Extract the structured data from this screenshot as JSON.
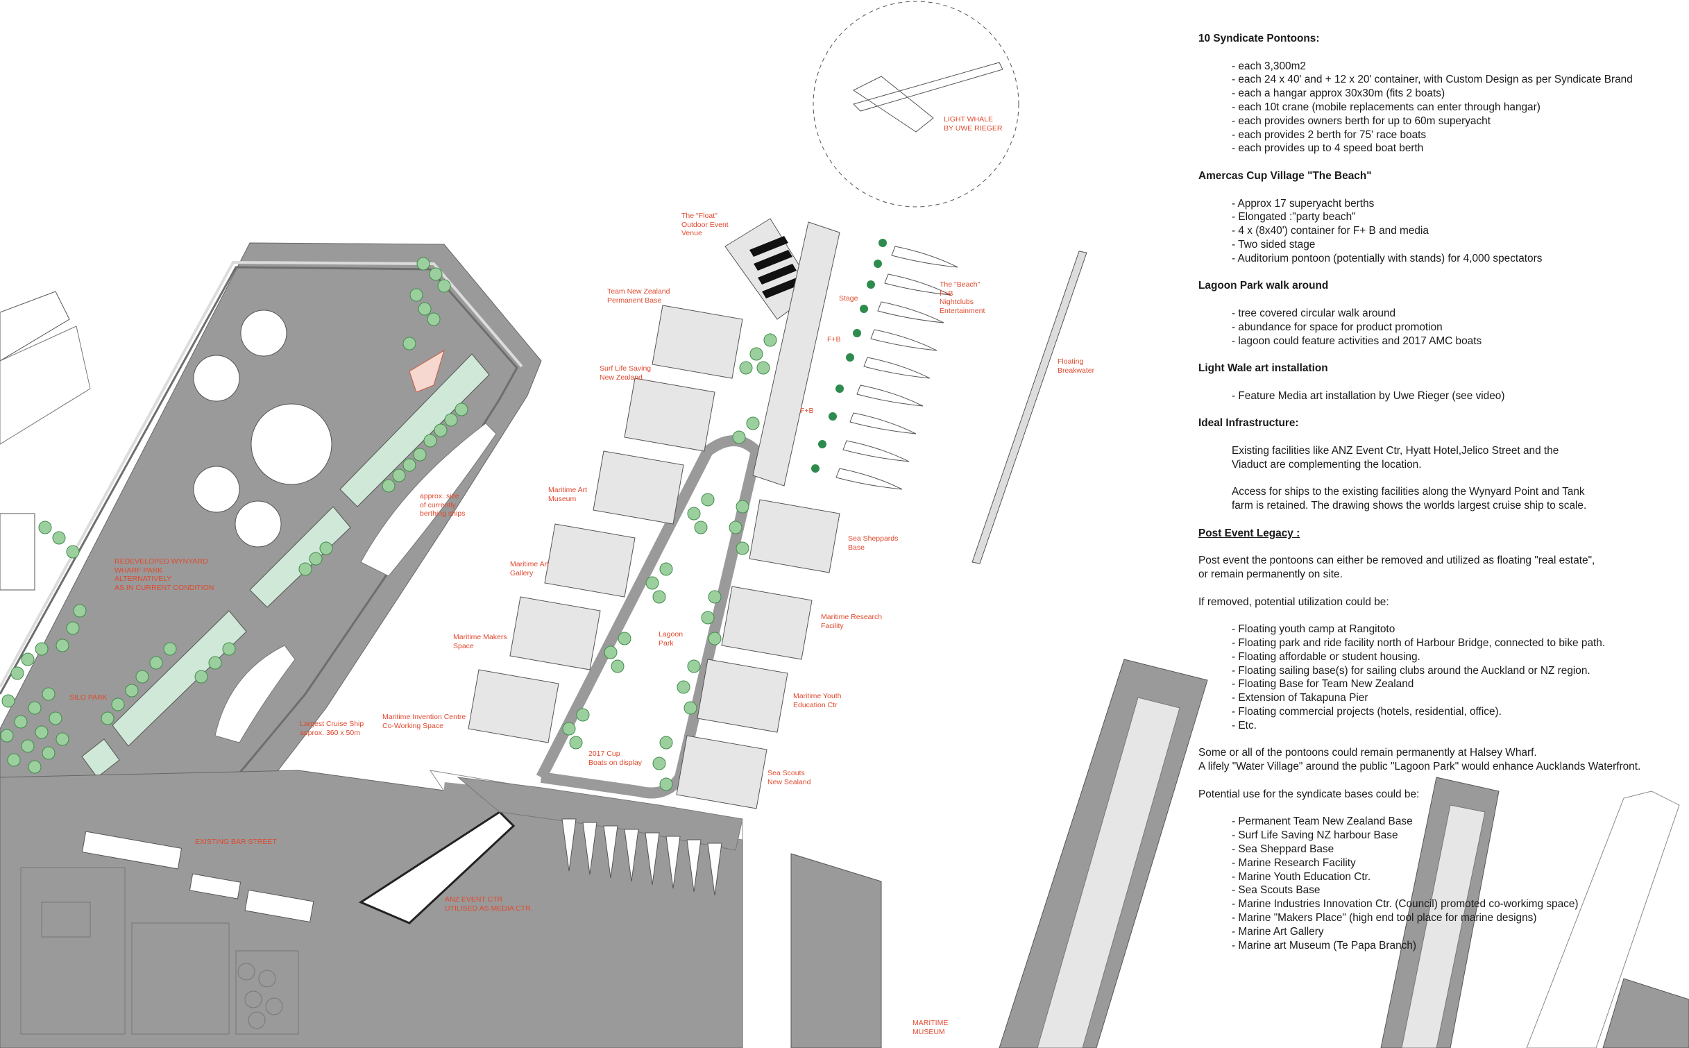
{
  "labels": {
    "float": "The \"Float\"\nOutdoor Event\nVenue",
    "tnz": "Team New Zealand\nPermanent Base",
    "surf": "Surf Life Saving\nNew Zealand",
    "art_museum": "Maritime Art\nMuseum",
    "art_gallery": "Maritime Art\nGallery",
    "makers": "Maritime Makers\nSpace",
    "invention": "Maritime Invention Centre\nCo-Working Space",
    "cup_boats": "2017 Cup\nBoats on display",
    "lagoon": "Lagoon\nPark",
    "sea_sheppards": "Sea Sheppards\nBase",
    "research": "Maritime Research\nFacility",
    "youth": "Maritime Youth\nEducation Ctr",
    "scouts": "Sea Scouts\nNew Sealand",
    "beach": "The \"Beach\"\nF+B\nNightclubs\nEntertainment",
    "stage": "Stage",
    "fb1": "F+B",
    "fb2": "F+B",
    "breakwater": "Floating\nBreakwater",
    "light_whale": "LIGHT WHALE\nBY UWE RIEGER",
    "berthing": "approx. size\nof currently\nberthing ships",
    "wynyard": "REDEVELOPED WYNYARD\nWHARF PARK\nALTERNATIVELY\nAS IN CURRENT CONDITION",
    "silo": "SILO PARK",
    "cruise": "Largest Cruise Ship\napprox. 360 x 50m",
    "bar_street": "EXISTING BAR STREET",
    "anz": "ANZ EVENT CTR\nUTILISED AS MEDIA CTR.",
    "maritime_museum": "MARITIME\nMUSEUM"
  },
  "notes": {
    "s1": {
      "title": "10 Syndicate Pontoons:",
      "items": [
        "- each 3,300m2",
        "- each 24 x 40' and + 12 x 20' container, with Custom Design as per Syndicate Brand",
        "- each a hangar approx 30x30m (fits 2 boats)",
        "- each 10t crane (mobile replacements can enter through hangar)",
        "- each provides owners berth for up to 60m superyacht",
        "- each provides 2 berth for 75' race boats",
        "- each provides up to 4 speed boat berth"
      ]
    },
    "s2": {
      "title": "Amercas Cup Village \"The Beach\"",
      "items": [
        "- Approx 17 superyacht berths",
        "- Elongated :\"party beach\"",
        "- 4 x (8x40') container for F+ B and media",
        "- Two sided stage",
        "- Auditorium pontoon (potentially with stands) for 4,000 spectators"
      ]
    },
    "s3": {
      "title": "Lagoon Park walk around",
      "items": [
        "- tree covered  circular walk around",
        "- abundance for space for product promotion",
        "- lagoon could feature activities and 2017 AMC boats"
      ]
    },
    "s4": {
      "title": "Light Wale art installation",
      "items": [
        "- Feature Media art installation by Uwe Rieger (see video)"
      ]
    },
    "s5": {
      "title": "Ideal Infrastructure:",
      "p1": "Existing facilities like ANZ Event Ctr, Hyatt Hotel,Jelico Street and the\nViaduct are complementing the location.",
      "p2": "Access for ships to the existing facilities along the Wynyard Point and Tank\nfarm is retained. The drawing shows the worlds largest cruise ship to scale."
    },
    "s6": {
      "title": "Post Event Legacy :",
      "p1": "Post event the pontoons can either be removed and utilized as floating \"real estate\",\nor remain permanently on site.",
      "p2": "If removed, potential utilization could be:",
      "items": [
        "- Floating youth camp at Rangitoto",
        "- Floating park and ride facility north of Harbour Bridge, connected to bike path.",
        "- Floating affordable or student housing.",
        "- Floating sailing base(s) for sailing clubs around the Auckland or NZ region.",
        "- Floating Base for Team New Zealand",
        "- Extension of Takapuna Pier",
        "- Floating commercial projects (hotels, residential, office).",
        "- Etc."
      ],
      "p3": "Some or all of the pontoons could remain permanently at Halsey Wharf.\nA lifely \"Water Village\" around the public \"Lagoon Park\" would enhance Aucklands Waterfront.",
      "p4": "Potential use for the syndicate bases could be:",
      "items2": [
        "- Permanent Team New Zealand Base",
        "- Surf Life Saving NZ harbour Base",
        "- Sea Sheppard Base",
        "- Marine Research Facility",
        "- Marine Youth Education Ctr.",
        "- Sea Scouts Base",
        "- Marine Industries Innovation Ctr. (Council) promoted co-workimg space)",
        "- Marine \"Makers Place\" (high end tool place for marine designs)",
        "- Marine Art Gallery",
        "- Marine art Museum  (Te Papa Branch)"
      ]
    }
  }
}
